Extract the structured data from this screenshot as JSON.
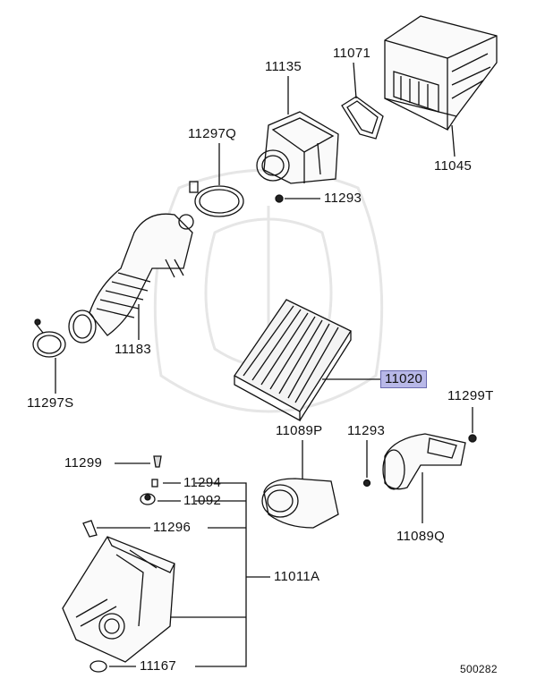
{
  "diagram": {
    "reference_code": "500282",
    "highlight_color": "#b8b8e8",
    "parts": [
      {
        "id": "p11135",
        "number": "11135"
      },
      {
        "id": "p11071",
        "number": "11071"
      },
      {
        "id": "p11045",
        "number": "11045"
      },
      {
        "id": "p11297q",
        "number": "11297Q"
      },
      {
        "id": "p11293a",
        "number": "11293"
      },
      {
        "id": "p11183",
        "number": "11183"
      },
      {
        "id": "p11297s",
        "number": "11297S"
      },
      {
        "id": "p11020",
        "number": "11020",
        "highlighted": true
      },
      {
        "id": "p11299t",
        "number": "11299T"
      },
      {
        "id": "p11089p",
        "number": "11089P"
      },
      {
        "id": "p11293b",
        "number": "11293"
      },
      {
        "id": "p11299",
        "number": "11299"
      },
      {
        "id": "p11294",
        "number": "11294"
      },
      {
        "id": "p11092",
        "number": "11092"
      },
      {
        "id": "p11089q",
        "number": "11089Q"
      },
      {
        "id": "p11296",
        "number": "11296"
      },
      {
        "id": "p11011a",
        "number": "11011A"
      },
      {
        "id": "p11167",
        "number": "11167"
      }
    ]
  }
}
